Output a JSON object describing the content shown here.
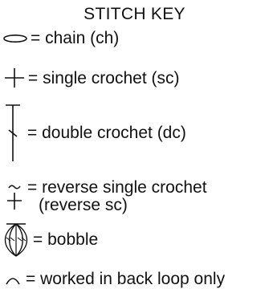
{
  "title": "STITCH KEY",
  "entries": [
    {
      "symbol": "chain-oval-icon",
      "label": "= chain (ch)"
    },
    {
      "symbol": "single-crochet-cross-icon",
      "label": "= single crochet (sc)"
    },
    {
      "symbol": "double-crochet-icon",
      "label": "= double crochet (dc)"
    },
    {
      "symbol": "reverse-single-crochet-icon",
      "label": "= reverse single crochet",
      "label_line2": "(reverse sc)"
    },
    {
      "symbol": "bobble-icon",
      "label": "= bobble"
    },
    {
      "symbol": "back-loop-arc-icon",
      "label": "= worked in back loop only"
    }
  ]
}
